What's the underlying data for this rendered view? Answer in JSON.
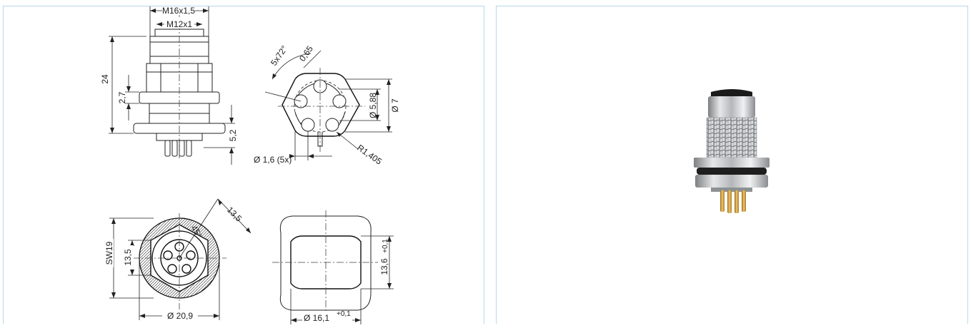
{
  "drawing": {
    "side_view": {
      "top_thread": "M16x1,5",
      "inner_thread": "M12x1",
      "total_height": "24",
      "flange_height": "2,7",
      "pin_height": "5,2"
    },
    "pin_face": {
      "angle": "5x72°",
      "offset": "0,65",
      "pitch_diameter": "Ø 5,88",
      "outer_diameter": "Ø 7",
      "hole_diameter": "Ø 1,6 (5x)",
      "radius": "R1,405"
    },
    "front_view": {
      "angle": "45°",
      "corner_dim": "13,5",
      "wrench_size": "SW19",
      "flat_dim": "13,5",
      "outer_diameter": "Ø 20,9"
    },
    "panel_cutout": {
      "height": "13,6",
      "height_tol": "+0,1",
      "width": "Ø 16,1",
      "width_tol": "+0,1"
    }
  },
  "colors": {
    "frame_border": "#b7d9ea",
    "drawing_line": "#222222"
  }
}
